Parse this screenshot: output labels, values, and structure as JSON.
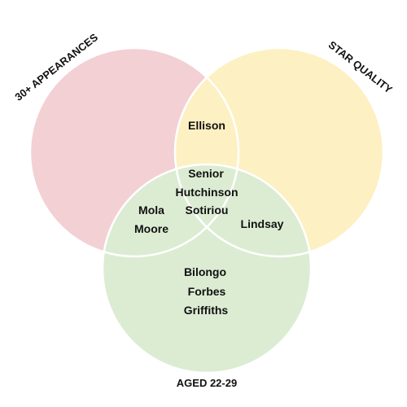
{
  "sets": [
    {
      "key": "appearances",
      "label": "30+ APPEARANCES",
      "color": "#f2d0d4"
    },
    {
      "key": "star",
      "label": "STAR QUALITY",
      "color": "#fdf0c2"
    },
    {
      "key": "aged",
      "label": "AGED 22-29",
      "color": "#dcecd3"
    }
  ],
  "regions": {
    "appearances_star": [
      "Ellison"
    ],
    "all_three": [
      "Senior",
      "Hutchinson",
      "Sotiriou"
    ],
    "appearances_aged": [
      "Mola",
      "Moore"
    ],
    "star_aged": [
      "Lindsay"
    ],
    "aged_only": [
      "Bilongo",
      "Forbes",
      "Griffiths"
    ]
  },
  "colors": {
    "outline": "#ffffff",
    "text": "#111111"
  }
}
